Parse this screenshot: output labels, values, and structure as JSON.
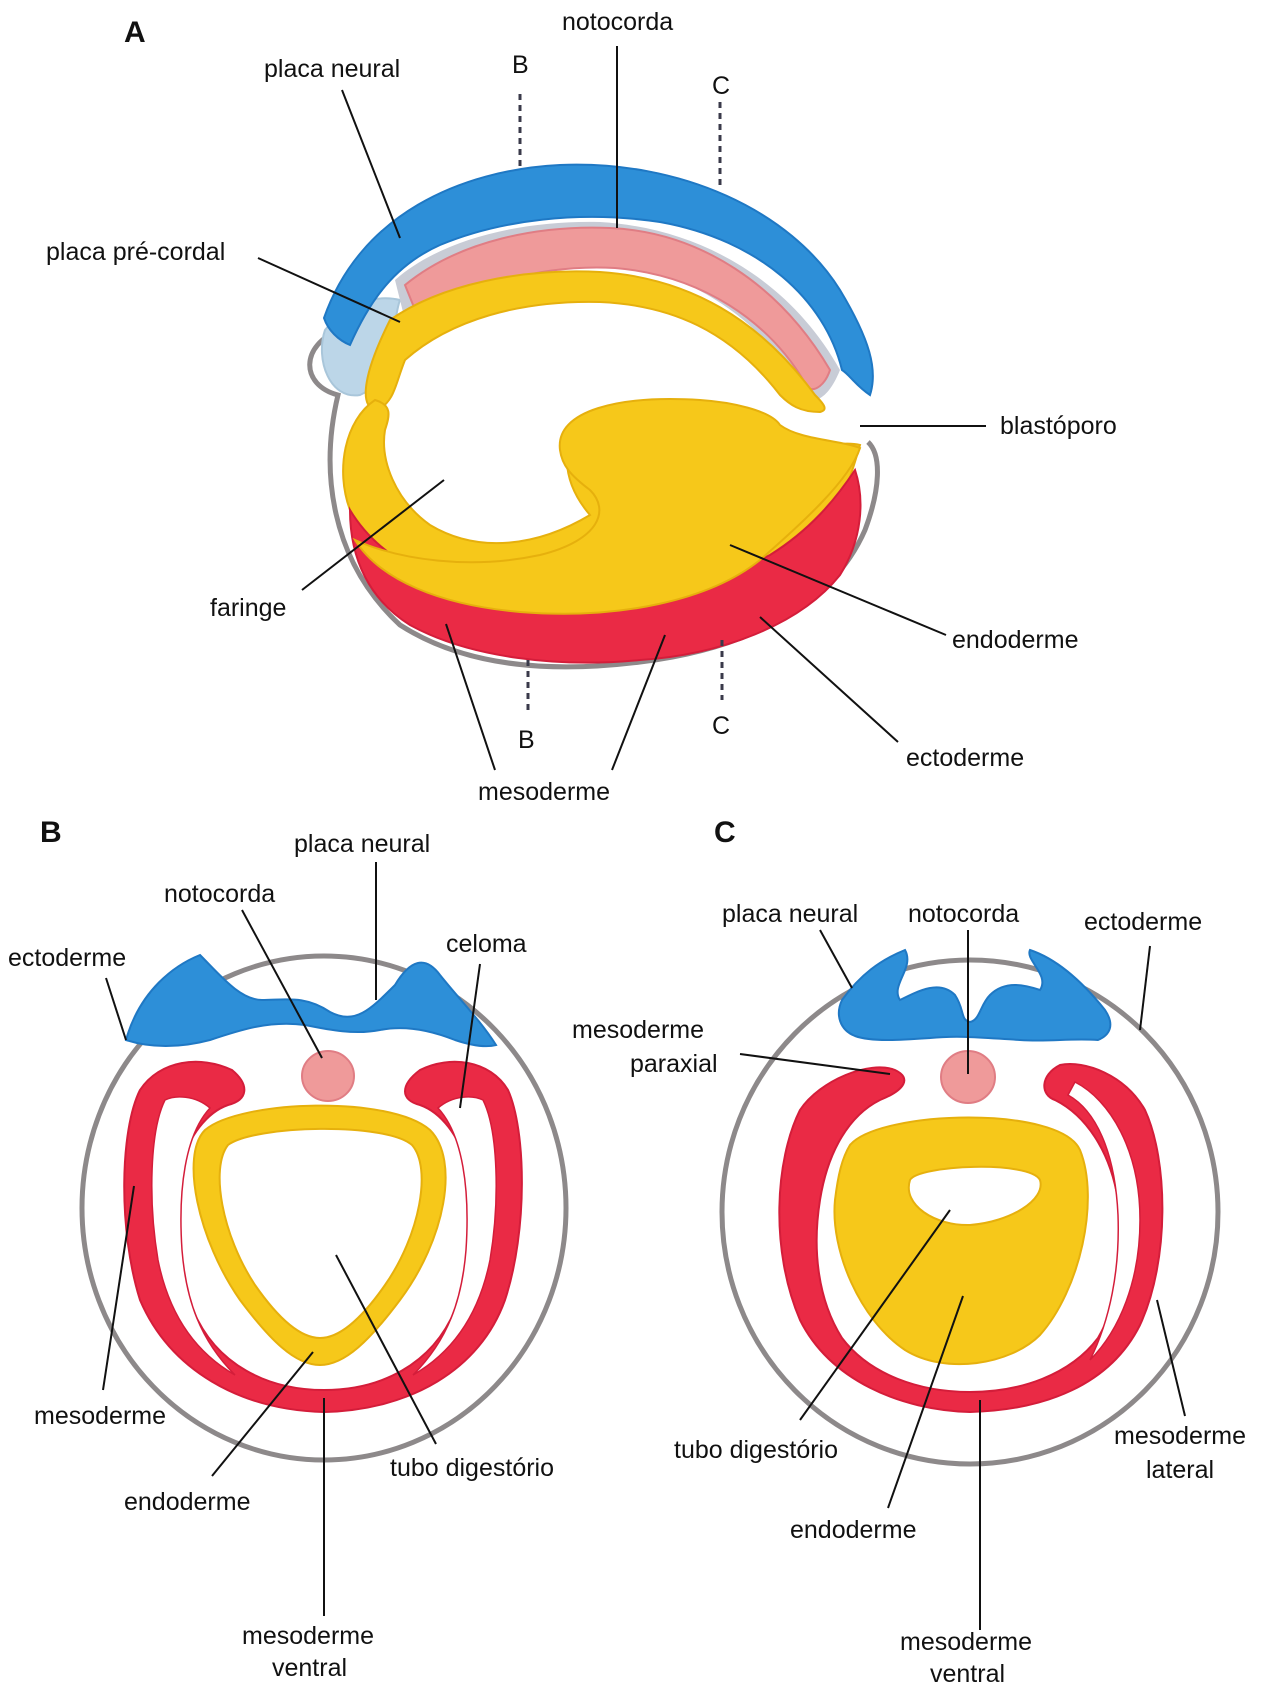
{
  "panels": {
    "a": "A",
    "b": "B",
    "c": "C"
  },
  "panel_a": {
    "notocorda": "notocorda",
    "placa_neural": "placa neural",
    "section_b_top": "B",
    "section_c_top": "C",
    "placa_pre_cordal": "placa pré-cordal",
    "blastoporo": "blastóporo",
    "faringe": "faringe",
    "endoderme": "endoderme",
    "section_b_bottom": "B",
    "section_c_bottom": "C",
    "ectoderme": "ectoderme",
    "mesoderme": "mesoderme"
  },
  "panel_b": {
    "placa_neural": "placa neural",
    "notocorda": "notocorda",
    "celoma": "celoma",
    "ectoderme": "ectoderme",
    "mesoderme": "mesoderme",
    "tubo_digestorio": "tubo digestório",
    "endoderme": "endoderme",
    "mesoderme_ventral_1": "mesoderme",
    "mesoderme_ventral_2": "ventral"
  },
  "panel_c": {
    "placa_neural": "placa neural",
    "notocorda": "notocorda",
    "ectoderme": "ectoderme",
    "mesoderme_paraxial_1": "mesoderme",
    "mesoderme_paraxial_2": "paraxial",
    "tubo_digestorio": "tubo digestório",
    "mesoderme_lateral_1": "mesoderme",
    "mesoderme_lateral_2": "lateral",
    "endoderme": "endoderme",
    "mesoderme_ventral_1": "mesoderme",
    "mesoderme_ventral_2": "ventral"
  },
  "colors": {
    "ectoderm_neural": "#2d8fd8",
    "endoderm": "#f6c81a",
    "mesoderm": "#ea2a45",
    "notochord": "#ef9a9a",
    "ectoderm_outline": "#8d898a"
  }
}
